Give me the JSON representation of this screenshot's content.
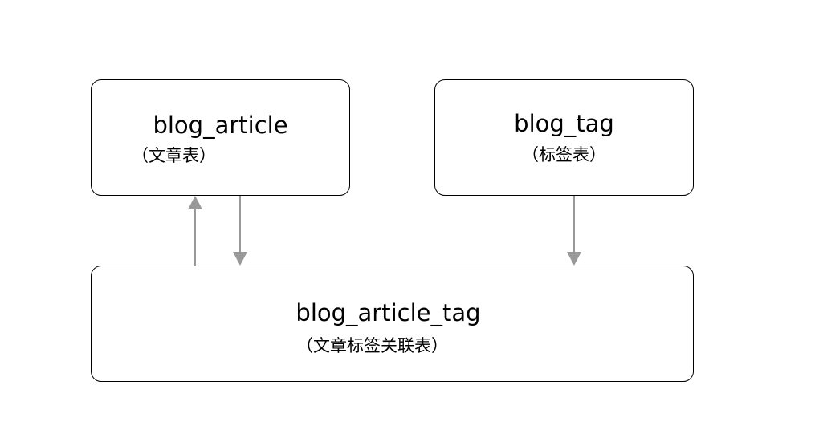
{
  "nodes": {
    "article": {
      "name": "blog_article",
      "label": "（文章表）"
    },
    "tag": {
      "name": "blog_tag",
      "label": "（标签表）"
    },
    "article_tag": {
      "name": "blog_article_tag",
      "label": "（文章标签关联表）"
    }
  },
  "colors": {
    "border": "#000000",
    "arrow": "#999999",
    "background": "#ffffff"
  }
}
